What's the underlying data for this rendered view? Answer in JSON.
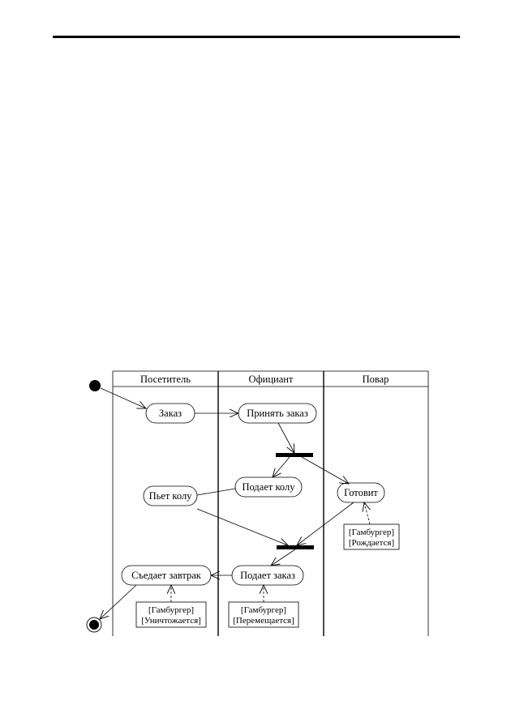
{
  "diagram": {
    "lanes": [
      {
        "id": "visitor",
        "label": "Посетитель"
      },
      {
        "id": "waiter",
        "label": "Официант"
      },
      {
        "id": "cook",
        "label": "Повар"
      }
    ],
    "activities": {
      "order": "Заказ",
      "take_order": "Принять заказ",
      "serve_cola": "Подает колу",
      "cook": "Готовит",
      "drink_cola": "Пьет колу",
      "eat_breakfast": "Съедает завтрак",
      "serve_order": "Подает заказ"
    },
    "objects": {
      "born": {
        "line1": "[Гамбургер]",
        "line2": "[Рождается]"
      },
      "destroyed": {
        "line1": "[Гамбургер]",
        "line2": "[Уничтожается]"
      },
      "moved": {
        "line1": "[Гамбургер]",
        "line2": "[Перемещается]"
      }
    }
  }
}
